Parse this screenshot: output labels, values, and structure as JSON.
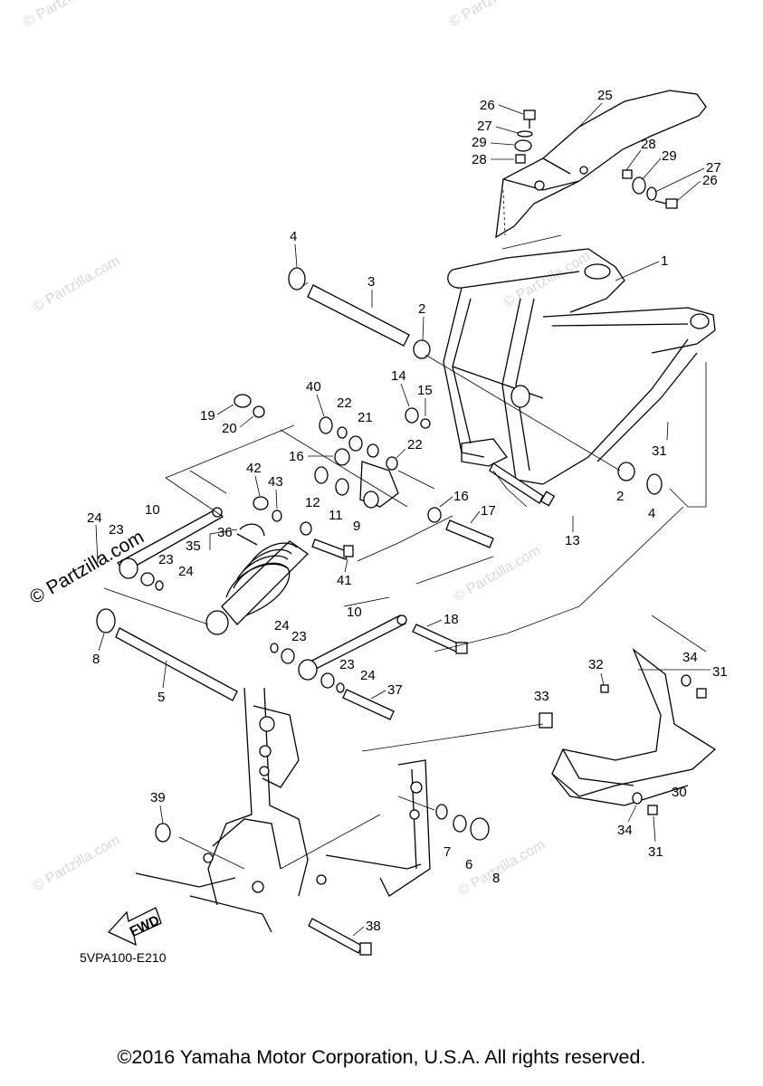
{
  "diagram_code": "5VPA100-E210",
  "copyright": "©2016 Yamaha Motor Corporation, U.S.A. All rights reserved.",
  "watermark": "© Partzilla.com",
  "fwd_label": "FWD",
  "callouts": [
    "1",
    "2",
    "2",
    "3",
    "4",
    "4",
    "5",
    "6",
    "7",
    "8",
    "8",
    "9",
    "10",
    "10",
    "11",
    "12",
    "13",
    "14",
    "15",
    "16",
    "16",
    "17",
    "18",
    "19",
    "20",
    "21",
    "22",
    "22",
    "23",
    "23",
    "23",
    "23",
    "24",
    "24",
    "24",
    "24",
    "25",
    "26",
    "26",
    "27",
    "27",
    "28",
    "28",
    "29",
    "29",
    "30",
    "31",
    "31",
    "31",
    "32",
    "33",
    "34",
    "34",
    "35",
    "36",
    "37",
    "38",
    "39",
    "40",
    "41",
    "42",
    "43"
  ]
}
